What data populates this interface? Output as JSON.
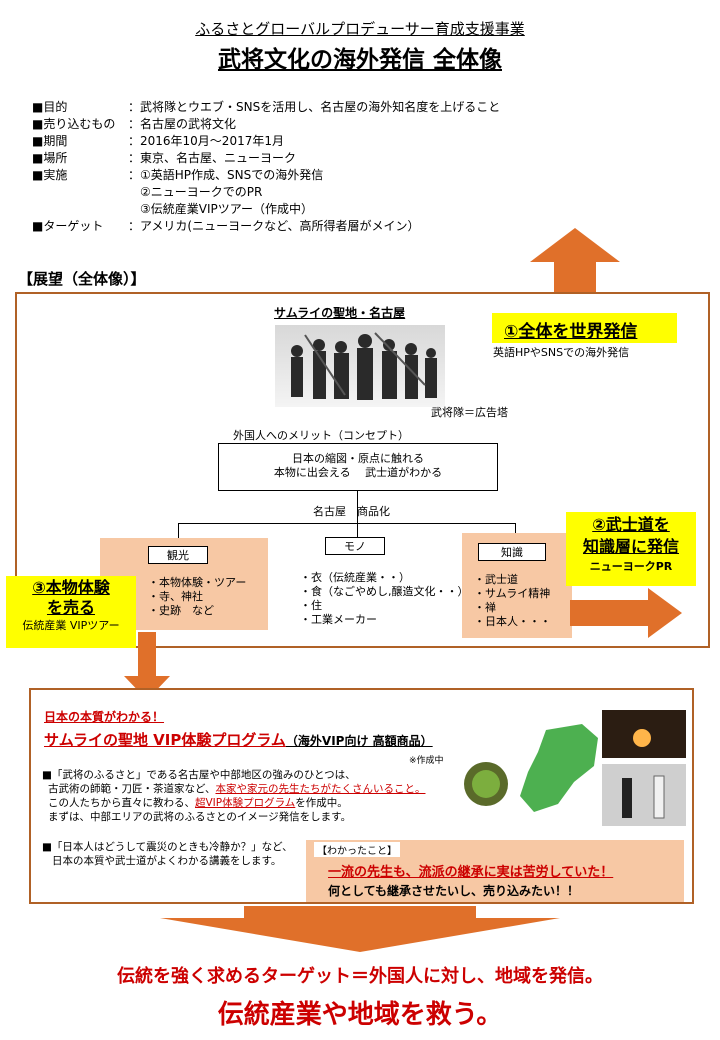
{
  "header": {
    "subtitle": "ふるさとグローバルプロデューサー育成支援事業",
    "title": "武将文化の海外発信 全体像"
  },
  "info": [
    {
      "key": "■目的",
      "value": "：武将隊とウエブ・SNSを活用し、名古屋の海外知名度を上げること"
    },
    {
      "key": "■売り込むもの",
      "value": "：名古屋の武将文化"
    },
    {
      "key": "■期間",
      "value": "：2016年10月～2017年1月"
    },
    {
      "key": "■場所",
      "value": "：東京、名古屋、ニューヨーク"
    },
    {
      "key": "■実施",
      "value": "：①英語HP作成、SNSでの海外発信"
    },
    {
      "key": "",
      "value": "　②ニューヨークでのPR"
    },
    {
      "key": "",
      "value": "　③伝統産業VIPツアー（作成中）"
    },
    {
      "key": "■ターゲット",
      "value": "：アメリカ(ニューヨークなど、高所得者層がメイン）"
    }
  ],
  "vision": {
    "label": "【展望（全体像）】",
    "holy_land": "サムライの聖地・名古屋",
    "ad_tower": "武将隊＝広告塔",
    "merit": "外国人へのメリット（コンセプト）",
    "concept_line1": "日本の縮図・原点に触れる",
    "concept_line2": "本物に出会える　 武士道がわかる",
    "commercialize": "名古屋　商品化"
  },
  "callouts": {
    "c1_title": "①全体を世界発信",
    "c1_sub": "英語HPやSNSでの海外発信",
    "c2_line1": "②武士道を",
    "c2_line2": "知識層に発信",
    "c2_sub": "ニューヨークPR",
    "c3_line1": "③本物体験",
    "c3_line2": "を売る",
    "c3_sub": "伝統産業 VIPツアー"
  },
  "categories": {
    "kanko": {
      "label": "観光",
      "items": [
        "・本物体験・ツアー",
        "・寺、神社",
        "・史跡　など"
      ]
    },
    "mono": {
      "label": "モノ",
      "items": [
        "・衣（伝統産業・・）",
        "・食（なごやめし,醸造文化・・）",
        "・住",
        "・工業メーカー"
      ]
    },
    "chishiki": {
      "label": "知識",
      "items": [
        "・武士道",
        "・サムライ精神",
        "・禅",
        "・日本人・・・"
      ]
    }
  },
  "program": {
    "tagline": "日本の本質がわかる！",
    "title": "サムライの聖地 VIP体験プログラム",
    "title_note": "（海外VIP向け 高額商品）",
    "in_progress": "※作成中",
    "p1_line1": "■「武将のふるさと」である名古屋や中部地区の強みのひとつは、",
    "p1_line2_a": "古武術の師範・刀匠・茶道家など、",
    "p1_line2_b": "本家や家元の先生たちがたくさんいること。",
    "p1_line3_a": "この人たちから直々に教わる、",
    "p1_line3_b": "超VIP体験プログラム",
    "p1_line3_c": "を作成中。",
    "p1_line4": "まずは、中部エリアの武将のふるさとのイメージ発信をします。",
    "p2_line1": "■「日本人はどうして震災のときも冷静か？」など、",
    "p2_line2": "日本の本質や武士道がよくわかる講義をします。",
    "found_label": "【わかったこと】",
    "found_line1": "一流の先生も、流派の継承に実は苦労していた！",
    "found_line2": "何としても継承させたいし、売り込みたい！！"
  },
  "footer": {
    "line1": "伝統を強く求めるターゲット＝外国人に対し、地域を発信。",
    "line2": "伝統産業や地域を救う。"
  },
  "colors": {
    "accent_red": "#cc0000",
    "frame_brown": "#b06126",
    "arrow_orange": "#e0702a",
    "peach": "#f7c8a4",
    "yellow": "#ffff00"
  }
}
